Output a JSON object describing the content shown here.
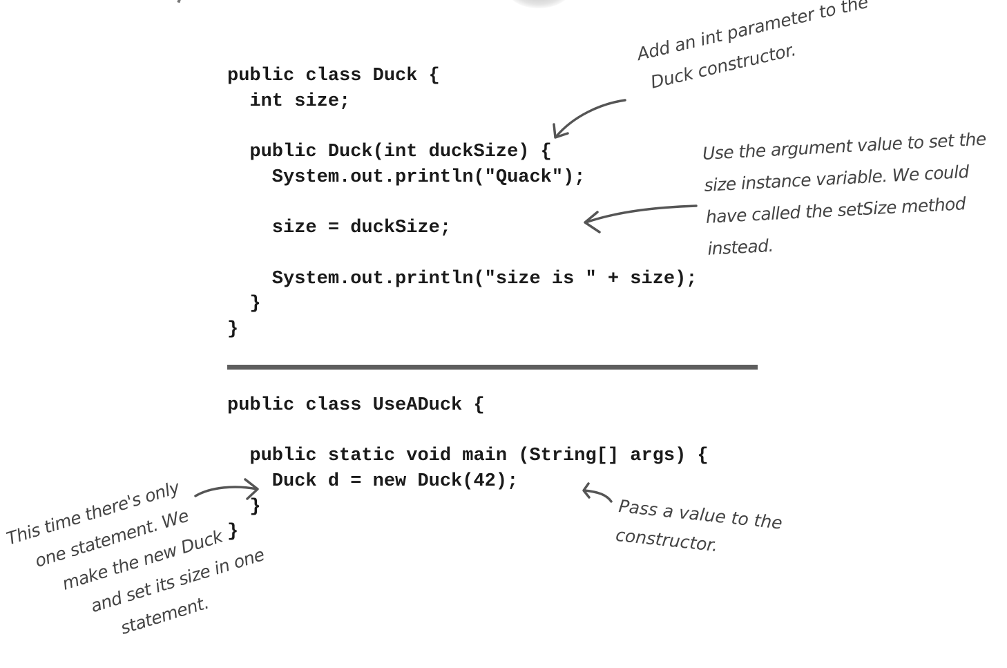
{
  "code": {
    "duck_class": [
      "public class Duck {",
      "  int size;",
      "",
      "  public Duck(int duckSize) {",
      "    System.out.println(\"Quack\");",
      "",
      "    size = duckSize;",
      "",
      "    System.out.println(\"size is \" + size);",
      "  }",
      "}"
    ],
    "use_class": [
      "public class UseADuck {",
      "",
      "  public static void main (String[] args) {",
      "    Duck d = new Duck(42);",
      "  }",
      "}"
    ]
  },
  "annotations": {
    "param_note": [
      "Add an int parameter to the",
      "Duck constructor."
    ],
    "size_note": [
      "Use the argument value to set the",
      "size instance variable. We could",
      "have called the setSize method",
      "instead."
    ],
    "pass_note": [
      "Pass a value to the",
      "constructor."
    ],
    "statement_note": [
      "This time there's only",
      "one statement. We",
      "make the new Duck",
      "and set its size in one",
      "statement."
    ]
  },
  "colors": {
    "code_text": "#1a1a1a",
    "annotation_text": "#444444",
    "divider": "#5e5e5e",
    "background": "#ffffff"
  }
}
